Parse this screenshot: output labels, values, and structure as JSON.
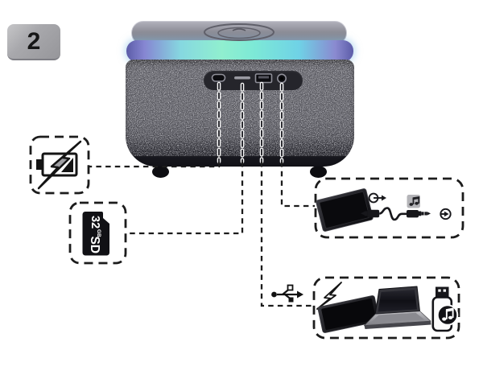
{
  "page": {
    "background": "#ffffff",
    "kind": "product-manual-connection-diagram"
  },
  "step_badge": {
    "label": "2"
  },
  "device": {
    "name": "speaker-with-wireless-charging-top",
    "led_strip_colors": [
      "#5c5ca8",
      "#86d8e0",
      "#90efcf",
      "#6fd2e6",
      "#8a8ad0"
    ],
    "fabric_color": "#54545b",
    "rear_ports": [
      "usb-c",
      "microsd-slot",
      "usb-a",
      "aux-jack"
    ]
  },
  "callouts": [
    {
      "id": "battery-charging",
      "port": "usb-c",
      "icon": "battery-charging-icon"
    },
    {
      "id": "sd-card",
      "port": "microsd-slot",
      "icon": "microsd-card-icon",
      "card_text": {
        "capacity": "32",
        "unit": "GB",
        "label": "SD"
      }
    },
    {
      "id": "aux-audio",
      "port": "aux-jack",
      "icons": [
        "media-player-icon",
        "audio-out-icon",
        "aux-cable-icon",
        "music-notes-icon",
        "audio-in-icon"
      ]
    },
    {
      "id": "usb-devices",
      "port": "usb-a",
      "icons": [
        "usb-symbol-icon",
        "lightning-bolt-icon",
        "smartphone-icon",
        "laptop-icon",
        "usb-flash-drive-icon"
      ]
    }
  ]
}
